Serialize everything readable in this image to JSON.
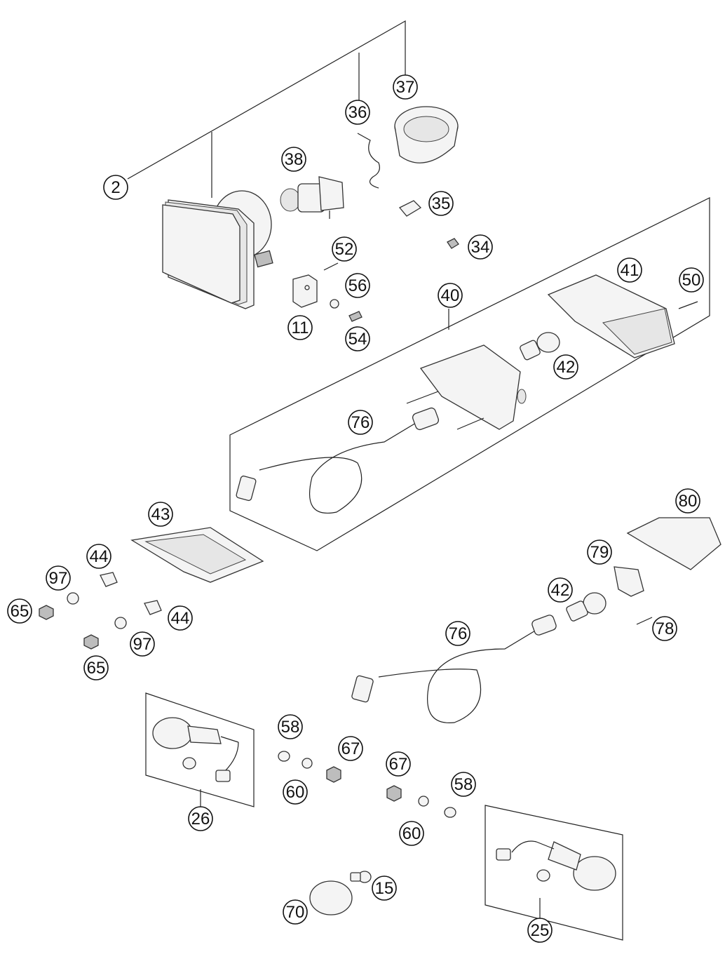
{
  "callouts": [
    {
      "id": "c2",
      "text": "2"
    },
    {
      "id": "c36",
      "text": "36"
    },
    {
      "id": "c37",
      "text": "37"
    },
    {
      "id": "c38",
      "text": "38"
    },
    {
      "id": "c35",
      "text": "35"
    },
    {
      "id": "c34",
      "text": "34"
    },
    {
      "id": "c52",
      "text": "52"
    },
    {
      "id": "c56",
      "text": "56"
    },
    {
      "id": "c11",
      "text": "11"
    },
    {
      "id": "c54",
      "text": "54"
    },
    {
      "id": "c40",
      "text": "40"
    },
    {
      "id": "c41",
      "text": "41"
    },
    {
      "id": "c50",
      "text": "50"
    },
    {
      "id": "c42a",
      "text": "42"
    },
    {
      "id": "c76a",
      "text": "76"
    },
    {
      "id": "c43",
      "text": "43"
    },
    {
      "id": "c44a",
      "text": "44"
    },
    {
      "id": "c97a",
      "text": "97"
    },
    {
      "id": "c65a",
      "text": "65"
    },
    {
      "id": "c44b",
      "text": "44"
    },
    {
      "id": "c97b",
      "text": "97"
    },
    {
      "id": "c65b",
      "text": "65"
    },
    {
      "id": "c80",
      "text": "80"
    },
    {
      "id": "c79",
      "text": "79"
    },
    {
      "id": "c42b",
      "text": "42"
    },
    {
      "id": "c78",
      "text": "78"
    },
    {
      "id": "c76b",
      "text": "76"
    },
    {
      "id": "c58a",
      "text": "58"
    },
    {
      "id": "c67a",
      "text": "67"
    },
    {
      "id": "c60a",
      "text": "60"
    },
    {
      "id": "c26",
      "text": "26"
    },
    {
      "id": "c67b",
      "text": "67"
    },
    {
      "id": "c58b",
      "text": "58"
    },
    {
      "id": "c60b",
      "text": "60"
    },
    {
      "id": "c15",
      "text": "15"
    },
    {
      "id": "c70",
      "text": "70"
    },
    {
      "id": "c25",
      "text": "25"
    }
  ]
}
